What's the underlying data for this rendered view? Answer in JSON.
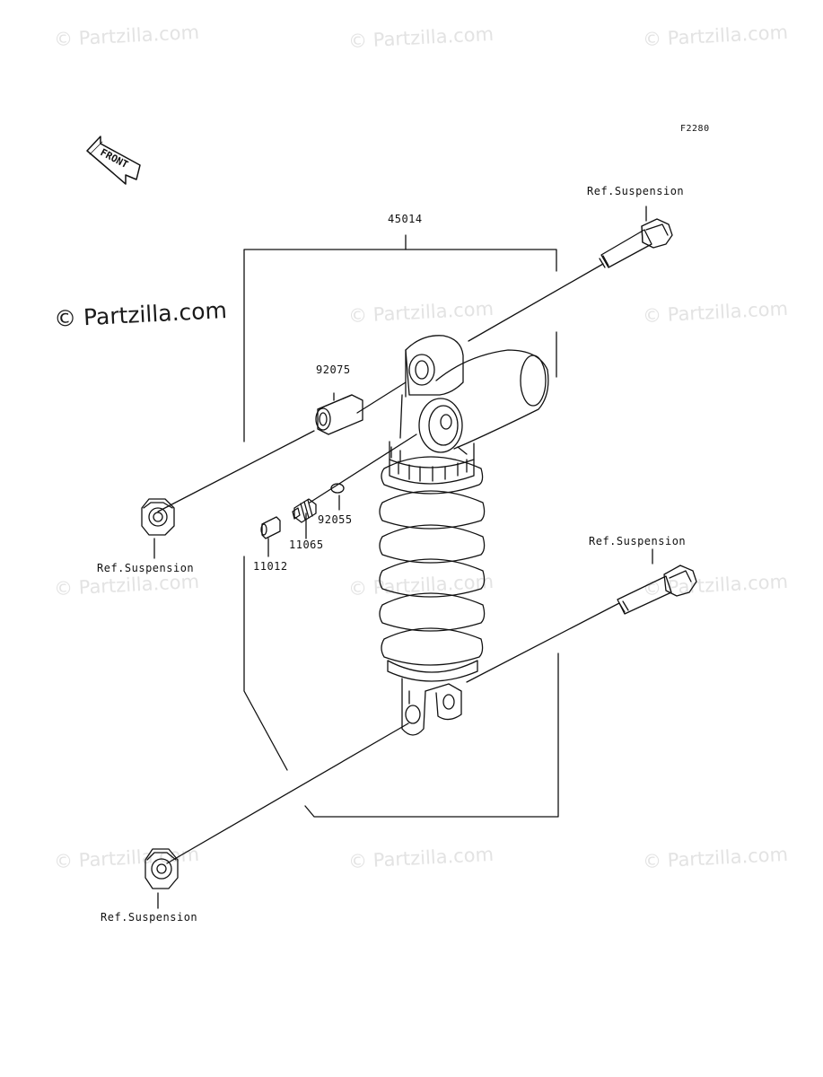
{
  "diagram_code": "F2280",
  "watermark_main": "© Partzilla.com",
  "watermark": "© Partzilla.com",
  "front_label": "FRONT",
  "parts": {
    "assembly": "45014",
    "bushing": "92075",
    "o_ring": "92055",
    "valve": "11065",
    "cap": "11012"
  },
  "refs": {
    "top_bolt": "Ref.Suspension",
    "top_nut": "Ref.Suspension",
    "bottom_bolt": "Ref.Suspension",
    "bottom_nut": "Ref.Suspension"
  }
}
